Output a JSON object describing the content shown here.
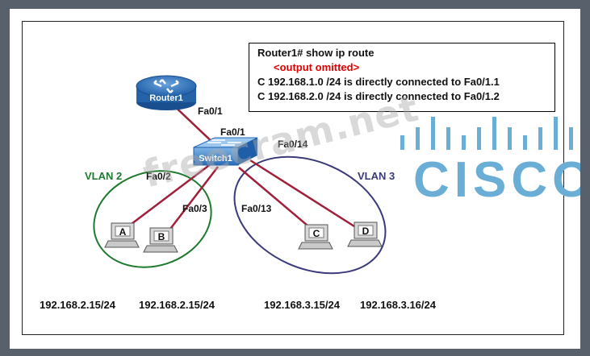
{
  "routing_table": {
    "command": "Router1# show ip route",
    "omitted": "<output omitted>",
    "entries": [
      "C  192.168.1.0 /24 is directly connected to Fa0/1.1",
      "C  192.168.2.0 /24 is directly connected to Fa0/1.2"
    ]
  },
  "router": {
    "name": "Router1",
    "port": "Fa0/1"
  },
  "switch": {
    "name": "Switch1",
    "uplink_port": "Fa0/1",
    "ports": [
      "Fa0/2",
      "Fa0/3",
      "Fa0/13",
      "Fa0/14"
    ]
  },
  "vlans": [
    {
      "label": "VLAN 2",
      "color": "#1e7a2e"
    },
    {
      "label": "VLAN 3",
      "color": "#3a3a7a"
    }
  ],
  "hosts": [
    {
      "label": "A",
      "ip": "192.168.2.15/24"
    },
    {
      "label": "B",
      "ip": "192.168.2.15/24"
    },
    {
      "label": "C",
      "ip": "192.168.3.15/24"
    },
    {
      "label": "D",
      "ip": "192.168.3.16/24"
    }
  ],
  "watermark": "freecram.net",
  "logo": {
    "text": "CISCO",
    "color": "#6aaed6"
  }
}
